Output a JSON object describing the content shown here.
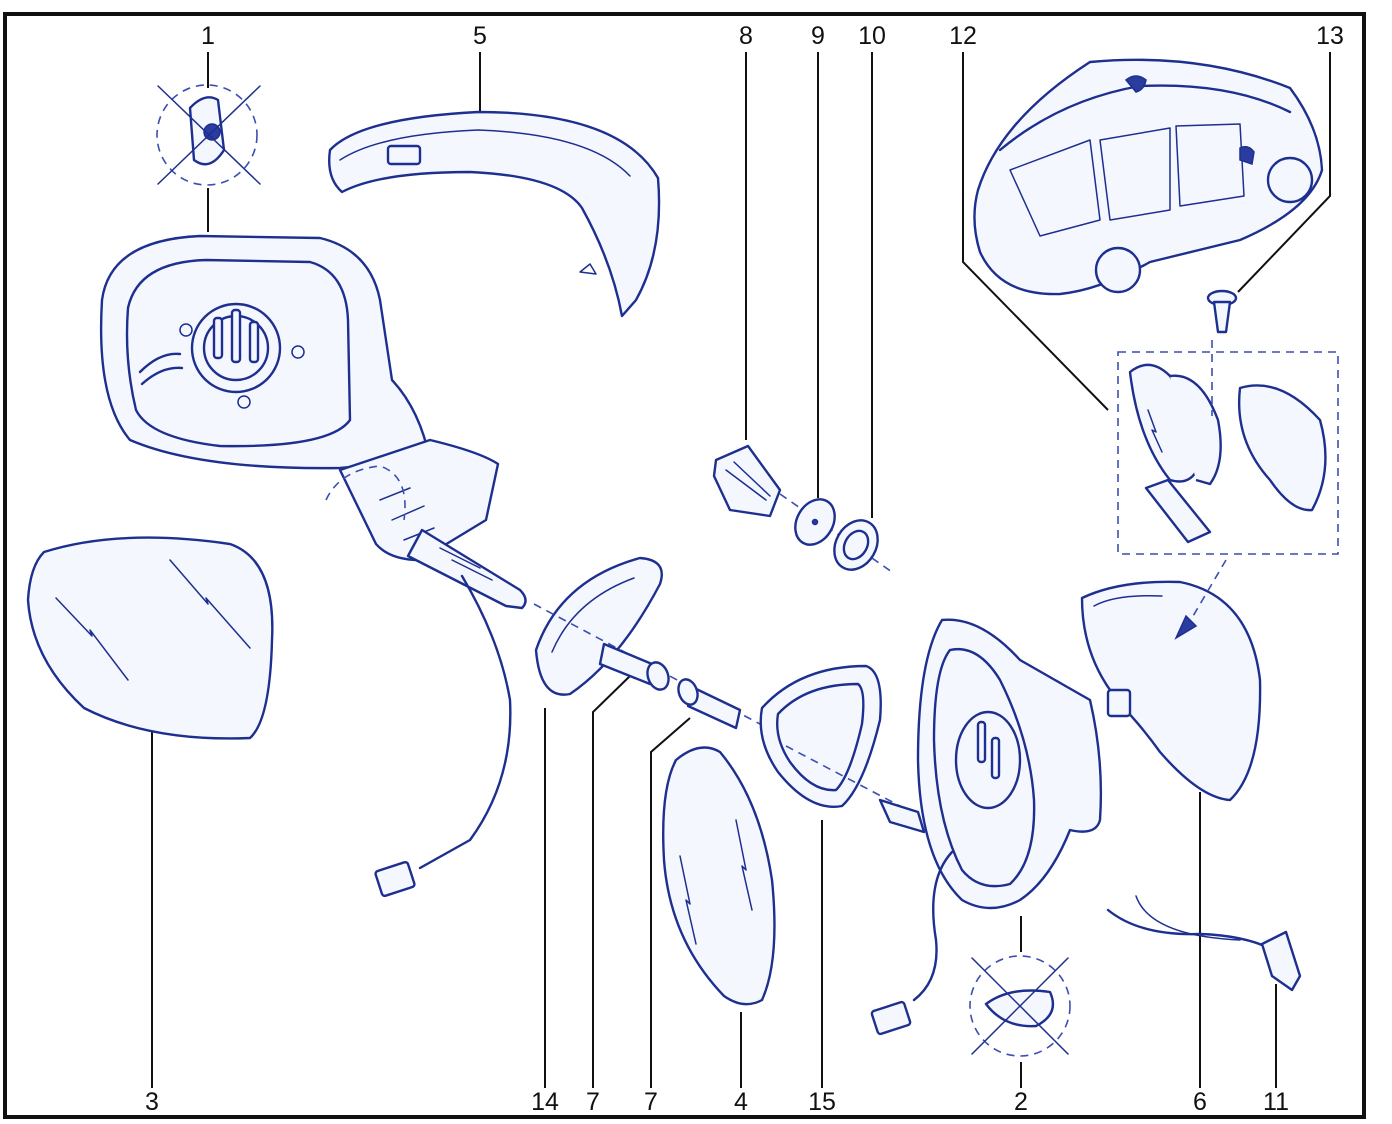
{
  "callouts": [
    {
      "id": "c1",
      "text": "1"
    },
    {
      "id": "c2",
      "text": "2"
    },
    {
      "id": "c3",
      "text": "3"
    },
    {
      "id": "c4",
      "text": "4"
    },
    {
      "id": "c5",
      "text": "5"
    },
    {
      "id": "c6",
      "text": "6"
    },
    {
      "id": "c7a",
      "text": "7"
    },
    {
      "id": "c7b",
      "text": "7"
    },
    {
      "id": "c8",
      "text": "8"
    },
    {
      "id": "c9",
      "text": "9"
    },
    {
      "id": "c10",
      "text": "10"
    },
    {
      "id": "c11",
      "text": "11"
    },
    {
      "id": "c12",
      "text": "12"
    },
    {
      "id": "c13",
      "text": "13"
    },
    {
      "id": "c14",
      "text": "14"
    },
    {
      "id": "c15",
      "text": "15"
    }
  ],
  "colors": {
    "ink": "#1d2f8f",
    "label": "#111111",
    "frame": "#111111",
    "paper": "#ffffff"
  }
}
